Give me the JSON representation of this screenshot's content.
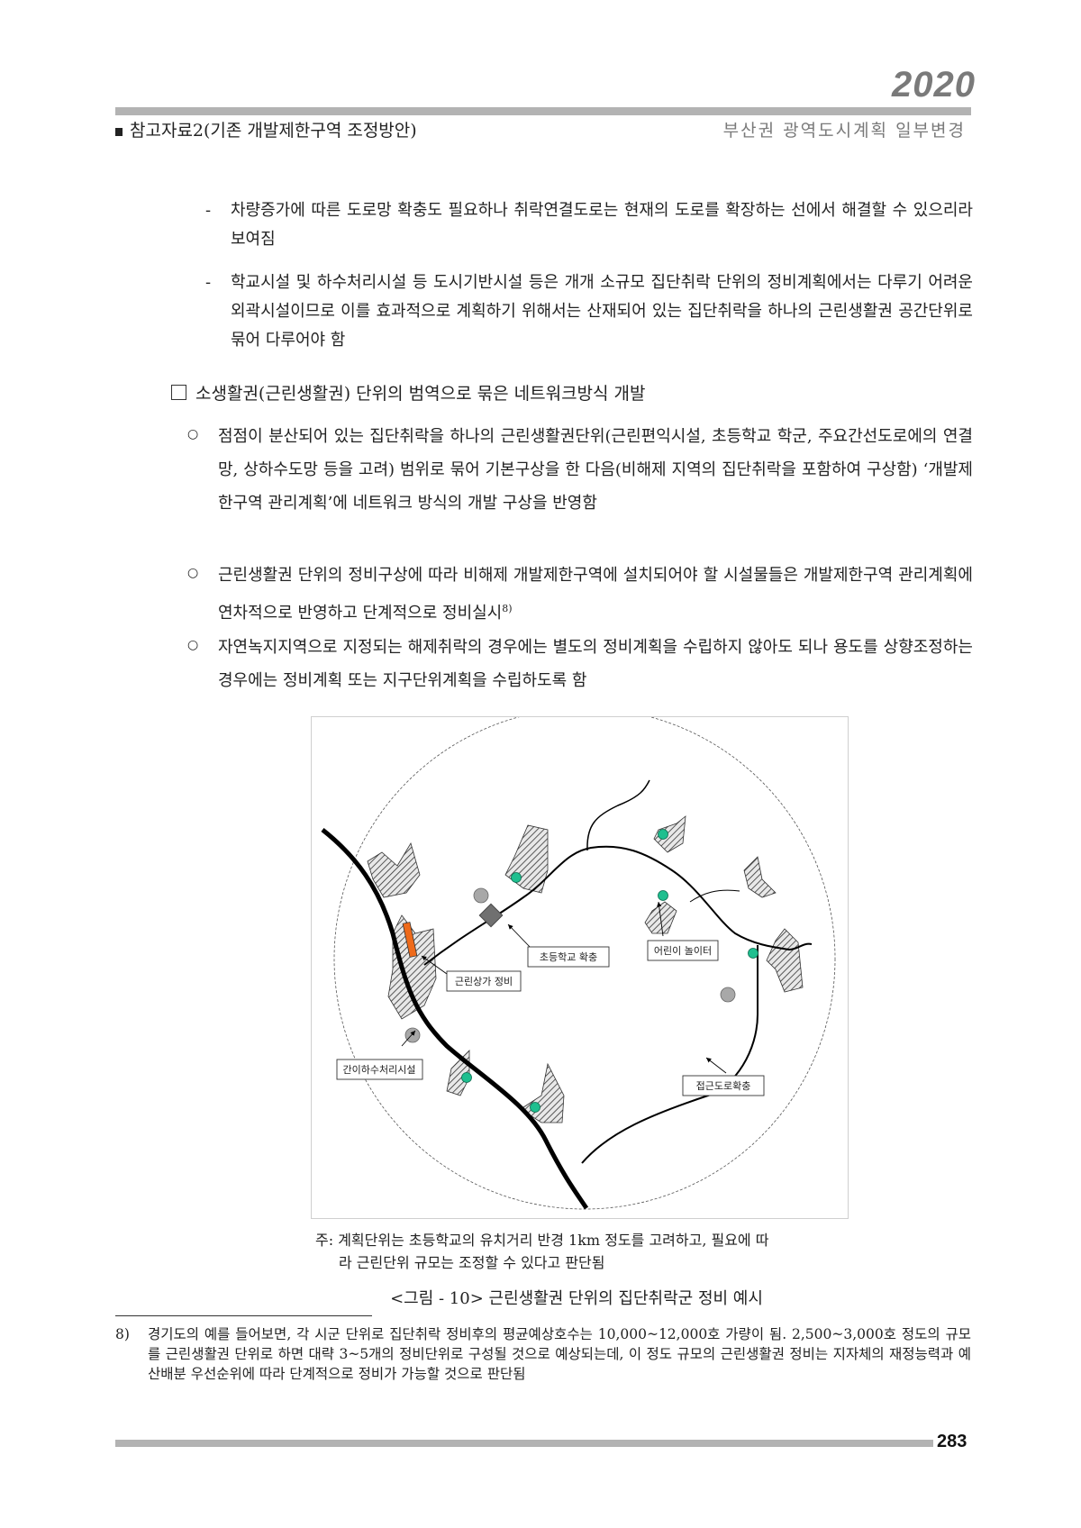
{
  "header": {
    "year": "2020",
    "left_title": "참고자료2(기존 개발제한구역 조정방안)",
    "right_title": "부산권 광역도시계획 일부변경"
  },
  "body": {
    "dash_items": [
      {
        "lead": "-",
        "text": "차량증가에 따른 도로망 확충도 필요하나 취락연결도로는 현재의 도로를 확장하는 선에서 해결할 수 있으리라 보여짐"
      },
      {
        "lead": "-",
        "text": "학교시설 및 하수처리시설 등 도시기반시설 등은 개개 소규모 집단취락 단위의 정비계획에서는 다루기 어려운 외곽시설이므로 이를 효과적으로 계획하기 위해서는 산재되어 있는 집단취락을 하나의 근린생활권 공간단위로 묶어 다루어야 함"
      }
    ],
    "section_heading": "소생활권(근린생활권) 단위의 범역으로 묶은 네트워크방식 개발",
    "circle_items": [
      {
        "lead": "○",
        "text": "점점이 분산되어 있는 집단취락을 하나의 근린생활권단위(근린편익시설, 초등학교 학군, 주요간선도로에의 연결망, 상하수도망 등을 고려) 범위로 묶어 기본구상을 한 다음(비해제 지역의 집단취락을 포함하여 구상함) ‘개발제한구역 관리계획’에 네트워크 방식의 개발 구상을 반영함"
      },
      {
        "lead": "○",
        "text": "근린생활권 단위의 정비구상에 따라 비해제 개발제한구역에 설치되어야 할 시설물들은 개발제한구역 관리계획에 연차적으로 반영하고 단계적으로 정비실시",
        "sup": "8)"
      },
      {
        "lead": "○",
        "text": "자연녹지지역으로 지정되는 해제취락의 경우에는 별도의 정비계획을 수립하지 않아도 되나 용도를 상향조정하는 경우에는 정비계획 또는 지구단위계획을 수립하도록 함"
      }
    ]
  },
  "figure": {
    "labels": {
      "school": "초등학교 확충",
      "playground": "어린이 놀이터",
      "shops": "근린상가 정비",
      "sewage": "간이하수처리시설",
      "access_road": "접근도로확충"
    },
    "colors": {
      "road": "#000000",
      "facility_green": "#1fbf8f",
      "shop_orange": "#ee6a1a",
      "grey_node": "#a8a8a8",
      "school_diamond": "#707070"
    },
    "note_line1": "주: 계획단위는 초등학교의 유치거리 반경 1km 정도를 고려하고, 필요에 따",
    "note_line2": "라 근린단위 규모는 조정할 수 있다고 판단됨",
    "caption": "<그림 - 10> 근린생활권 단위의 집단취락군 정비 예시"
  },
  "footnote": {
    "number": "8)",
    "text": "경기도의 예를 들어보면, 각 시군 단위로 집단취락 정비후의 평균예상호수는 10,000~12,000호 가량이 됨. 2,500~3,000호 정도의 규모를 근린생활권 단위로 하면 대략 3~5개의 정비단위로 구성될 것으로 예상되는데, 이 정도 규모의 근린생활권 정비는 지자체의 재정능력과 예산배분 우선순위에 따라 단계적으로 정비가 가능할 것으로 판단됨"
  },
  "footer": {
    "page_number": "283"
  }
}
